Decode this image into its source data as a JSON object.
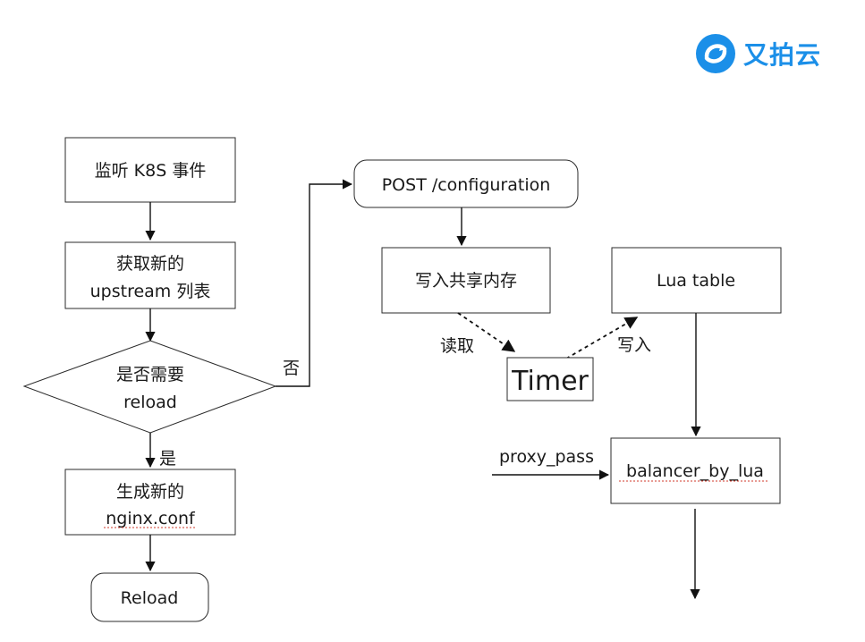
{
  "brand": {
    "name": "又拍云",
    "color": "#1b8fe8",
    "icon": "upyun-logo-icon"
  },
  "left_flow": {
    "watch_k8s": "监听 K8S 事件",
    "fetch_line1": "获取新的",
    "fetch_line2": "upstream 列表",
    "decision_line1": "是否需要",
    "decision_line2": "reload",
    "yes_label": "是",
    "no_label": "否",
    "generate_line1": "生成新的",
    "generate_line2": "nginx.conf",
    "reload": "Reload"
  },
  "right_flow": {
    "post_config": "POST /configuration",
    "write_shared_memory": "写入共享内存",
    "lua_table": "Lua table",
    "read_label": "读取",
    "write_label": "写入",
    "timer": "Timer",
    "proxy_pass": "proxy_pass",
    "balancer": "balancer_by_lua"
  }
}
